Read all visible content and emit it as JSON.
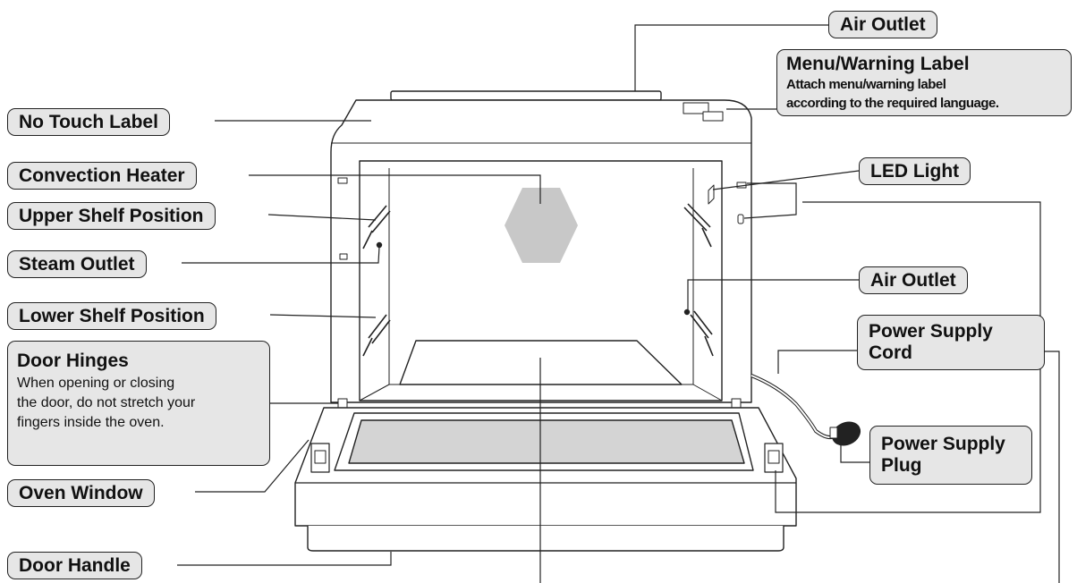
{
  "labels": {
    "air_outlet_top": "Air Outlet",
    "menu_warning": {
      "title": "Menu/Warning Label",
      "line1": "Attach menu/warning label",
      "line2": "according to the required language."
    },
    "no_touch": "No Touch Label",
    "convection_heater": "Convection Heater",
    "led_light": "LED Light",
    "upper_shelf": "Upper Shelf Position",
    "steam_outlet": "Steam Outlet",
    "air_outlet_right": "Air Outlet",
    "lower_shelf": "Lower Shelf Position",
    "power_cord": {
      "line1": "Power Supply",
      "line2": "Cord"
    },
    "door_hinges": {
      "title": "Door Hinges",
      "line1": "When opening or closing",
      "line2": "the door, do not stretch your",
      "line3": "fingers inside the oven."
    },
    "power_plug": {
      "line1": "Power Supply",
      "line2": "Plug"
    },
    "oven_window": "Oven Window",
    "door_handle": "Door Handle"
  },
  "colors": {
    "label_fill": "#e6e6e6",
    "outline": "#222222",
    "heater_fill": "#c8c8c8",
    "window_fill": "#d4d4d4"
  }
}
